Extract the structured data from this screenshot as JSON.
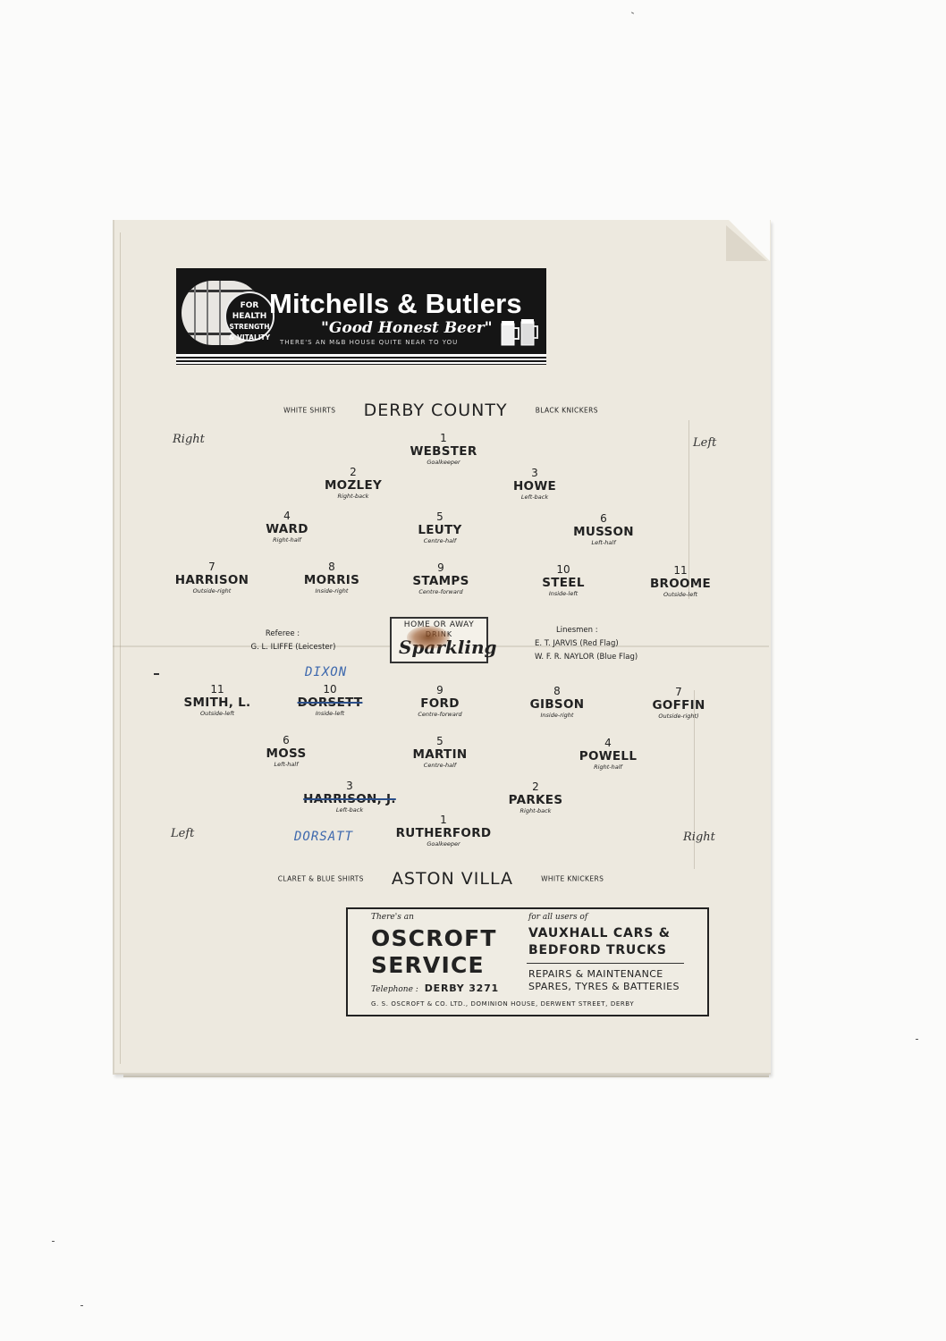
{
  "advert_top": {
    "badge": [
      "FOR",
      "HEALTH",
      "STRENGTH",
      "& VITALITY"
    ],
    "brand": "Mitchells & Butlers",
    "slogan": "\"Good Honest Beer\"",
    "tagline": "THERE'S AN M&B HOUSE QUITE NEAR TO YOU"
  },
  "home_team": {
    "shirts": "WHITE SHIRTS",
    "name": "DERBY COUNTY",
    "knickers": "BLACK KNICKERS",
    "left_label": "Right",
    "right_label": "Left",
    "players": [
      {
        "num": "1",
        "name": "WEBSTER",
        "pos": "Goalkeeper"
      },
      {
        "num": "2",
        "name": "MOZLEY",
        "pos": "Right-back"
      },
      {
        "num": "3",
        "name": "HOWE",
        "pos": "Left-back"
      },
      {
        "num": "4",
        "name": "WARD",
        "pos": "Right-half"
      },
      {
        "num": "5",
        "name": "LEUTY",
        "pos": "Centre-half"
      },
      {
        "num": "6",
        "name": "MUSSON",
        "pos": "Left-half"
      },
      {
        "num": "7",
        "name": "HARRISON",
        "pos": "Outside-right"
      },
      {
        "num": "8",
        "name": "MORRIS",
        "pos": "Inside-right"
      },
      {
        "num": "9",
        "name": "STAMPS",
        "pos": "Centre-forward"
      },
      {
        "num": "10",
        "name": "STEEL",
        "pos": "Inside-left"
      },
      {
        "num": "11",
        "name": "BROOME",
        "pos": "Outside-left"
      }
    ]
  },
  "officials": {
    "referee_label": "Referee :",
    "referee": "G. L. ILIFFE (Leicester)",
    "linesmen_label": "Linesmen :",
    "linesman_1": "E. T. JARVIS (Red Flag)",
    "linesman_2": "W. F. R. NAYLOR (Blue Flag)"
  },
  "drink_box": {
    "line1": "HOME OR AWAY",
    "line2": "DRINK",
    "brand": "Sparkling"
  },
  "away_team": {
    "shirts": "CLARET & BLUE SHIRTS",
    "name": "ASTON VILLA",
    "knickers": "WHITE KNICKERS",
    "left_label": "Left",
    "right_label": "Right",
    "players": [
      {
        "num": "11",
        "name": "SMITH, L.",
        "pos": "Outside-left"
      },
      {
        "num": "10",
        "name": "DORSETT",
        "pos": "Inside-left"
      },
      {
        "num": "9",
        "name": "FORD",
        "pos": "Centre-forward"
      },
      {
        "num": "8",
        "name": "GIBSON",
        "pos": "Inside-right"
      },
      {
        "num": "7",
        "name": "GOFFIN",
        "pos": "Outside-right)"
      },
      {
        "num": "6",
        "name": "MOSS",
        "pos": "Left-half"
      },
      {
        "num": "5",
        "name": "MARTIN",
        "pos": "Centre-half"
      },
      {
        "num": "4",
        "name": "POWELL",
        "pos": "Right-half"
      },
      {
        "num": "3",
        "name": "HARRISON, J.",
        "pos": "Left-back"
      },
      {
        "num": "2",
        "name": "PARKES",
        "pos": "Right-back"
      },
      {
        "num": "1",
        "name": "RUTHERFORD",
        "pos": "Goalkeeper"
      }
    ],
    "handwritten": [
      "DIXON",
      "DORSATT"
    ]
  },
  "advert_bottom": {
    "intro": "There's an",
    "name_line1": "OSCROFT",
    "name_line2": "SERVICE",
    "telephone_label": "Telephone :",
    "telephone": "DERBY 3271",
    "for_users": "for all users of",
    "vehicles_line1": "VAUXHALL CARS &",
    "vehicles_line2": "BEDFORD TRUCKS",
    "services_line1": "REPAIRS & MAINTENANCE",
    "services_line2": "SPARES, TYRES & BATTERIES",
    "footer": "G. S. OSCROFT & CO. LTD., DOMINION HOUSE, DERWENT STREET, DERBY"
  },
  "colors": {
    "paper": "#ede9df",
    "ink": "#222222",
    "handwriting": "#3d68ad",
    "stain": "#8a4a1e"
  }
}
